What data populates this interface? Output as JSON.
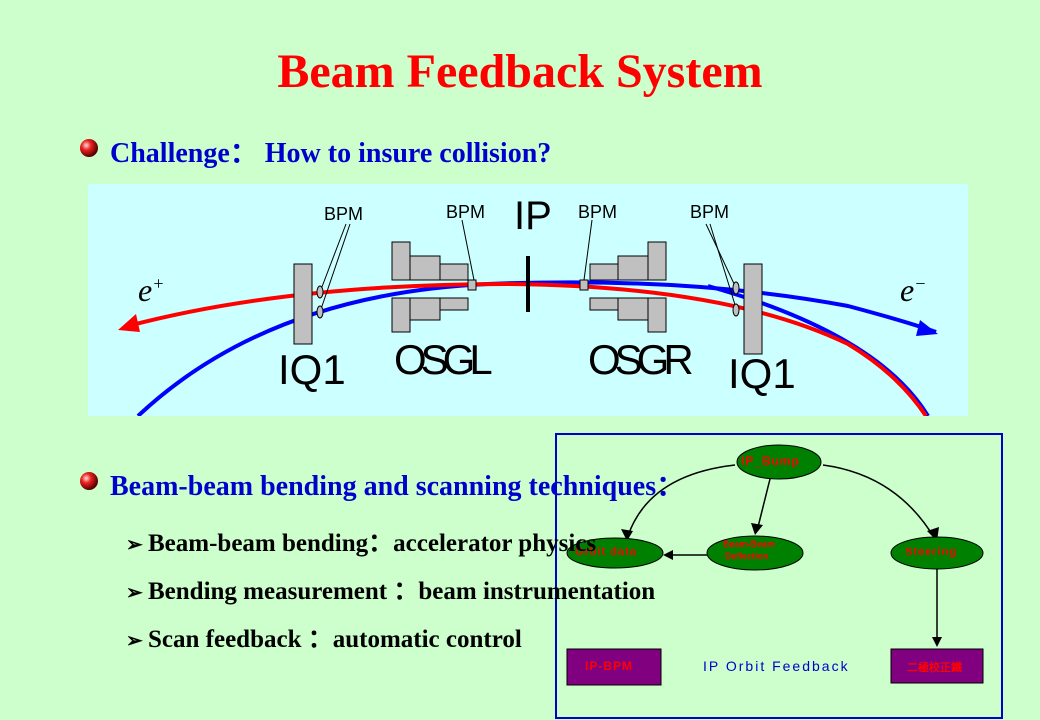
{
  "title": "Beam Feedback System",
  "bullets": [
    {
      "text": "Challenge： How to insure collision?"
    },
    {
      "text": "Beam-beam bending and scanning techniques："
    }
  ],
  "sub_bullets": [
    {
      "text": "Beam-beam bending：accelerator physics"
    },
    {
      "text": "Bending measurement ：beam instrumentation"
    },
    {
      "text": "Scan feedback ：automatic control"
    }
  ],
  "diagram": {
    "labels": {
      "bpm1": "BPM",
      "bpm2": "BPM",
      "bpm3": "BPM",
      "bpm4": "BPM",
      "ip": "IP",
      "e_plus": "e",
      "e_plus_sup": "+",
      "e_minus": "e",
      "e_minus_sup": "−",
      "q1_left": "IQ1",
      "sgl": "OSGL",
      "sgr": "OSGR",
      "q1_right": "IQ1"
    },
    "colors": {
      "positron": "#ff0000",
      "electron": "#0000ff",
      "magnet": "#c0c0c0"
    }
  },
  "flowchart": {
    "nodes": {
      "ip_bump": "IP_Bump",
      "orbit_data": "Orbit data",
      "bb_deflection_1": "Beam-Beam",
      "bb_deflection_2": "Deflection",
      "steering": "Steering",
      "ip_bpm": "IP-BPM",
      "corrector": "二極校正鐵"
    },
    "title": "IP Orbit Feedback",
    "colors": {
      "ellipse": "#008000",
      "ellipse_text": "#ff0000",
      "box": "#800080",
      "box_text": "#ff0000",
      "title": "#0000cc"
    }
  }
}
